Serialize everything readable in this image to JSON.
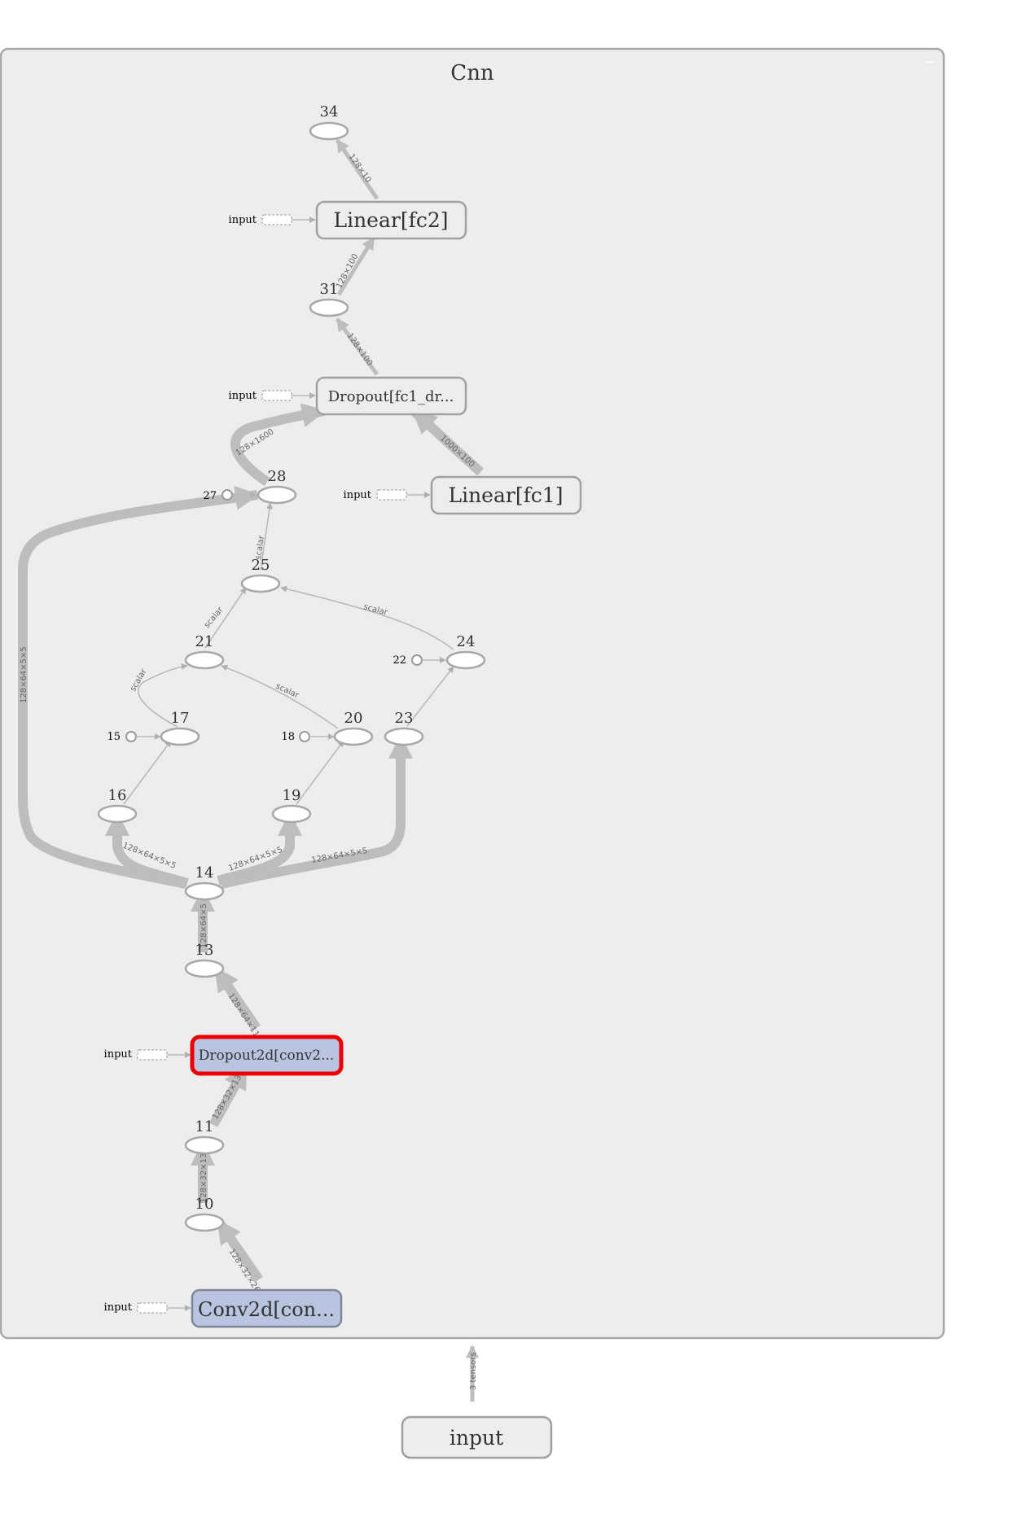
{
  "graph": {
    "title": "Cnn",
    "collapse_label": "−",
    "input_node_label": "input",
    "input_edge_label": "3 tensors",
    "ops": {
      "conv": "Conv2d[con...",
      "dropout2d": "Dropout2d[conv2...",
      "fc1": "Linear[fc1]",
      "dropout": "Dropout[fc1_dr...",
      "fc2": "Linear[fc2]"
    },
    "stub_label": "input",
    "nodes": {
      "n10": "10",
      "n11": "11",
      "n13": "13",
      "n14": "14",
      "n16": "16",
      "n17": "17",
      "n19": "19",
      "n20": "20",
      "n21": "21",
      "n23": "23",
      "n24": "24",
      "n25": "25",
      "n28": "28",
      "n31": "31",
      "n34": "34"
    },
    "consts": {
      "c15": "15",
      "c18": "18",
      "c22": "22",
      "c27": "27"
    },
    "edges": {
      "conv_10": "128×32×26",
      "e10_11": "128×32×13",
      "e11_do": "128×32×13",
      "do_13": "128×64×11",
      "e13_14": "128×64×5",
      "e14_16": "128×64×5×5",
      "e14_19": "128×64×5×5",
      "e14_23": "128×64×5×5",
      "e14_28": "128×64×5×5",
      "s17_21": "scalar",
      "s20_21": "scalar",
      "s21_25": "scalar",
      "s24_25": "scalar",
      "s25_28": "scalar",
      "e28_drop": "128×1600",
      "fc1_drop": "1000×100",
      "drop_31": "128×100",
      "e31_fc2": "128×100",
      "fc2_34": "128×10"
    }
  }
}
